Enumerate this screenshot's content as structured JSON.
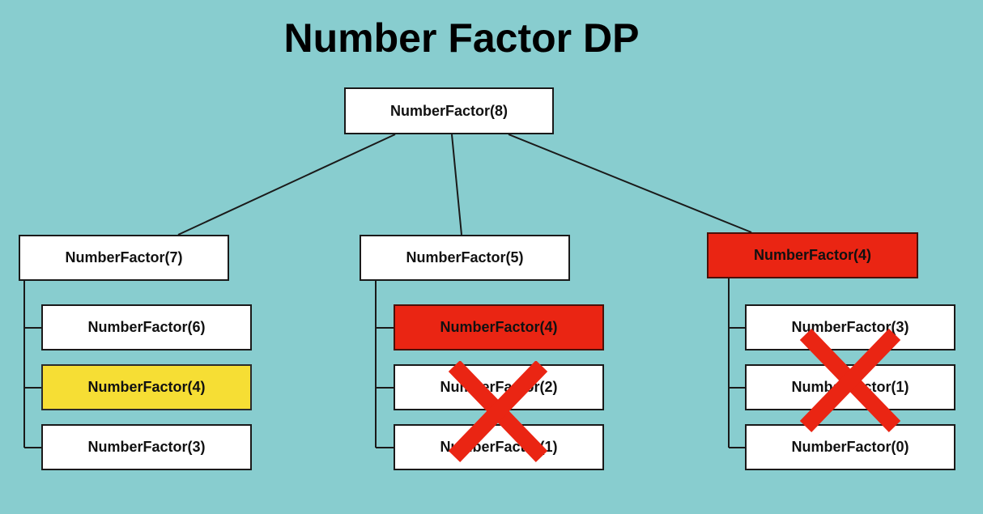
{
  "title": "Number Factor DP",
  "colors": {
    "background": "#88cdcf",
    "node_default": "#ffffff",
    "node_repeated": "#ea2513",
    "node_highlight": "#f6de34",
    "cross": "#ea2513"
  },
  "root": {
    "label": "NumberFactor(8)"
  },
  "branches": [
    {
      "label": "NumberFactor(7)",
      "state": "default",
      "children": [
        {
          "label": "NumberFactor(6)",
          "state": "default"
        },
        {
          "label": "NumberFactor(4)",
          "state": "highlight"
        },
        {
          "label": "NumberFactor(3)",
          "state": "default"
        }
      ],
      "crossed_out": false
    },
    {
      "label": "NumberFactor(5)",
      "state": "default",
      "children": [
        {
          "label": "NumberFactor(4)",
          "state": "repeated"
        },
        {
          "label": "NumberFactor(2)",
          "state": "default"
        },
        {
          "label": "NumberFactor(1)",
          "state": "default"
        }
      ],
      "crossed_out": true
    },
    {
      "label": "NumberFactor(4)",
      "state": "repeated",
      "children": [
        {
          "label": "NumberFactor(3)",
          "state": "default"
        },
        {
          "label": "NumberFactor(1)",
          "state": "default"
        },
        {
          "label": "NumberFactor(0)",
          "state": "default"
        }
      ],
      "crossed_out": true
    }
  ]
}
